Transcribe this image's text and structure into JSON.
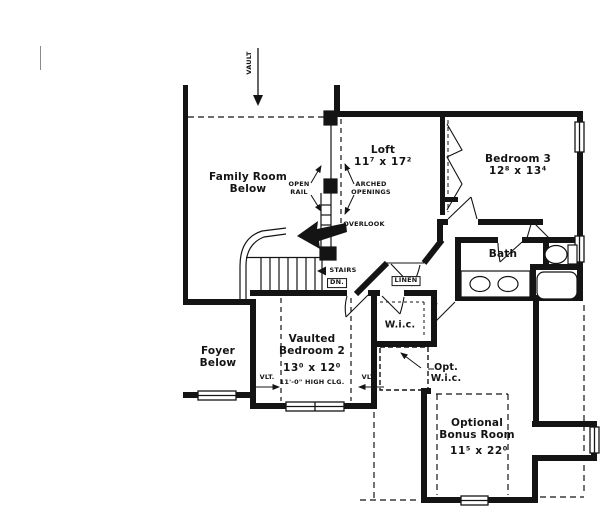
{
  "rooms": {
    "family_room": {
      "name_line1": "Family Room",
      "name_line2": "Below"
    },
    "loft": {
      "name": "Loft",
      "dims": "11⁷ x 17²"
    },
    "bedroom3": {
      "name": "Bedroom 3",
      "dims": "12⁸ x 13⁴"
    },
    "bath": {
      "name": "Bath"
    },
    "linen": {
      "name": "LINEN"
    },
    "foyer": {
      "name_line1": "Foyer",
      "name_line2": "Below"
    },
    "bedroom2": {
      "name_line1": "Vaulted",
      "name_line2": "Bedroom 2",
      "dims": "13⁰ x 12⁰",
      "ceiling": "11'-0\" HIGH CLG."
    },
    "wic": {
      "name": "W.i.c."
    },
    "opt_wic": {
      "name_line1": "Opt.",
      "name_line2": "W.i.c."
    },
    "bonus_room": {
      "name_line1": "Optional",
      "name_line2": "Bonus Room",
      "dims": "11⁵ x 22⁰"
    }
  },
  "annotations": {
    "vault": "VAULT",
    "open_rail_line1": "OPEN",
    "open_rail_line2": "RAIL",
    "arched_openings_line1": "ARCHED",
    "arched_openings_line2": "OPENINGS",
    "overlook": "OVERLOOK",
    "stairs": "STAIRS",
    "down": "DN.",
    "vlt_left": "VLT.",
    "vlt_right": "VLT."
  },
  "colors": {
    "ink": "#141414",
    "background": "#ffffff",
    "registration_mark": "#8a8a8a"
  }
}
